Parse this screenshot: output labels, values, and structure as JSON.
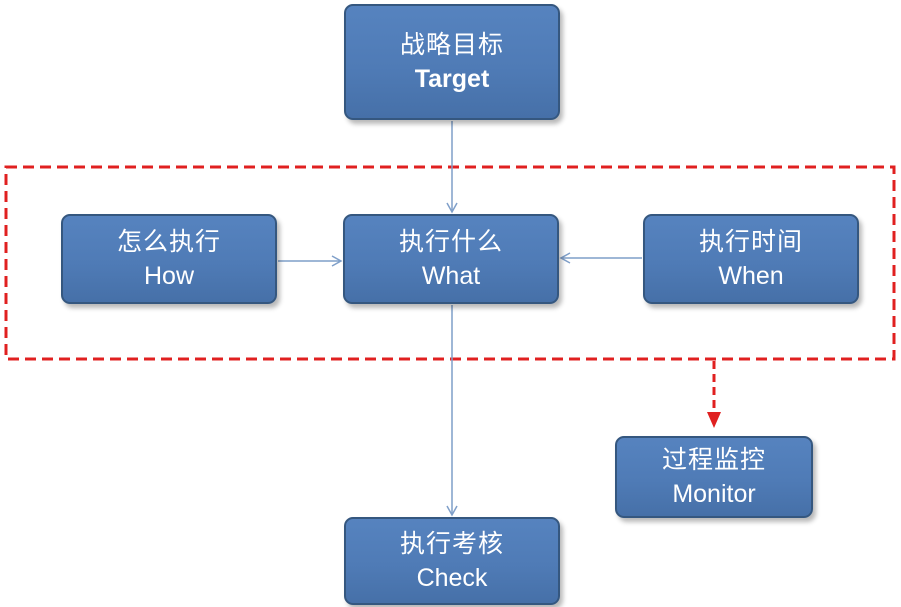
{
  "diagram": {
    "colors": {
      "node_fill": "#4f7bb6",
      "node_border": "#35577f",
      "node_text": "#ffffff",
      "connector": "#7f9fc9",
      "group_dashed_border": "#e02020"
    },
    "nodes": {
      "target": {
        "cn": "战略目标",
        "en": "Target"
      },
      "how": {
        "cn": "怎么执行",
        "en": "How"
      },
      "what": {
        "cn": "执行什么",
        "en": "What"
      },
      "when": {
        "cn": "执行时间",
        "en": "When"
      },
      "monitor": {
        "cn": "过程监控",
        "en": "Monitor"
      },
      "check": {
        "cn": "执行考核",
        "en": "Check"
      }
    },
    "edges": [
      {
        "from": "target",
        "to": "what",
        "style": "solid"
      },
      {
        "from": "how",
        "to": "what",
        "style": "solid"
      },
      {
        "from": "when",
        "to": "what",
        "style": "solid"
      },
      {
        "from": "what",
        "to": "check",
        "style": "solid"
      },
      {
        "from": "execution-group",
        "to": "monitor",
        "style": "dashed-red"
      }
    ]
  }
}
